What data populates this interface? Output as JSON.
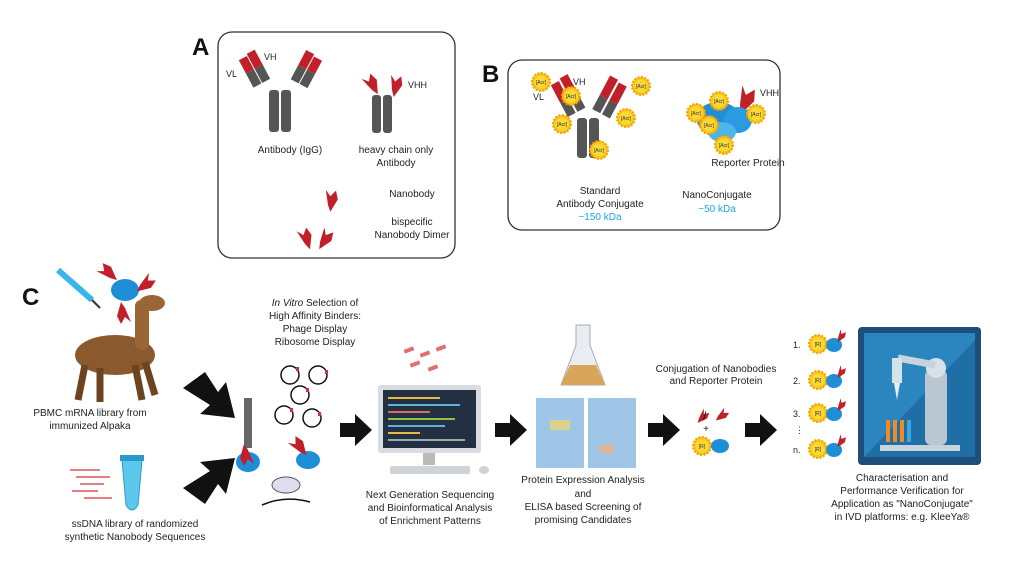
{
  "panel_a": {
    "letter": "A",
    "vl": "VL",
    "vh": "VH",
    "vhh": "VHH",
    "igg_label": "Antibody (IgG)",
    "hcab_label": [
      "heavy chain only",
      "Antibody"
    ],
    "nanobody_label": "Nanobody",
    "dimer_label": [
      "bispecific",
      "Nanobody Dimer"
    ]
  },
  "panel_b": {
    "letter": "B",
    "acr": "[Acr]",
    "reporter_label": "Reporter Protein",
    "standard_label": [
      "Standard",
      "Antibody Conjugate"
    ],
    "standard_mass": "~150 kDa",
    "nano_label": "NanoConjugate",
    "nano_mass": "~50 kDa"
  },
  "panel_c": {
    "letter": "C",
    "alpaka_label": [
      "PBMC mRNA library from",
      "immunized Alpaka"
    ],
    "ssdna_label": [
      "ssDNA library of randomized",
      "synthetic Nanobody Sequences"
    ],
    "selection_label": [
      "In Vitro",
      " Selection of",
      "High Affinity Binders:",
      "Phage Display",
      "Ribosome Display"
    ],
    "ngs_label": [
      "Next Generation Sequencing",
      "and Bioinformatical Analysis",
      "of Enrichment Patterns"
    ],
    "expression_label": [
      "Protein Expression Analysis",
      "and",
      "ELISA based Screening of",
      "promising Candidates"
    ],
    "conjugation_label": [
      "Conjugation of Nanobodies",
      "and Reporter Protein"
    ],
    "reporter_tag": "[R]",
    "plus": "+",
    "slash": "/",
    "list_markers": [
      "1.",
      "2.",
      "3.",
      "⋮",
      "n."
    ],
    "characterisation_label": [
      "Characterisation and",
      "Performance Verification for",
      "Application as \"NanoConjugate\"",
      "in IVD platforms: e.g. KleeYa®"
    ]
  },
  "colors": {
    "nanobody_red": "#c0202a",
    "antibody_gray": "#555555",
    "reporter_blue": "#1e8fd6",
    "mass_cyan": "#1aa7e0",
    "acr_yellow": "#f7c613",
    "arrow": "#111111"
  }
}
